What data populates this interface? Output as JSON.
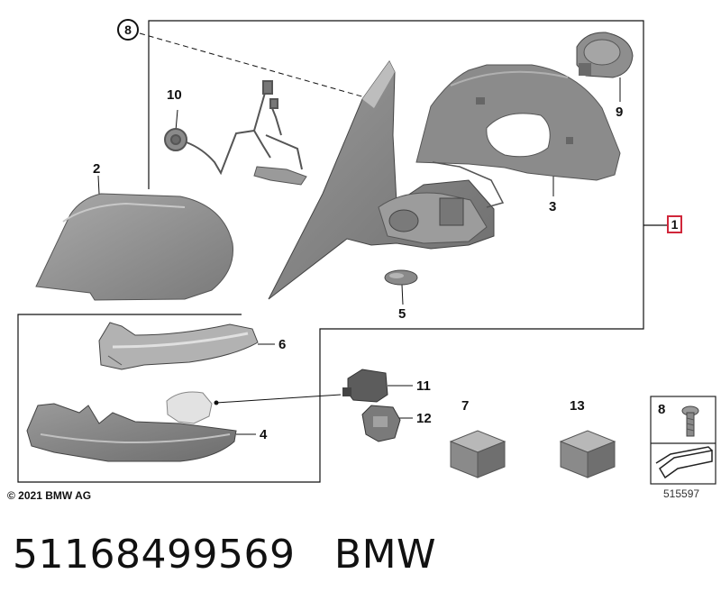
{
  "diagram": {
    "labels": {
      "l1": "1",
      "l2": "2",
      "l3": "3",
      "l4": "4",
      "l5": "5",
      "l6": "6",
      "l7": "7",
      "l8": "8",
      "l8b": "8",
      "l9": "9",
      "l10": "10",
      "l11": "11",
      "l12": "12",
      "l13": "13"
    },
    "copyright": "© 2021 BMW AG",
    "ref_number": "515597"
  },
  "caption": {
    "part_number": "51168499569",
    "brand": "BMW"
  },
  "colors": {
    "part_gray": "#8e8e8e",
    "part_light": "#b9b9b9",
    "part_dark": "#5f5f5f",
    "line": "#111111",
    "highlight_box": "#d0263a"
  }
}
